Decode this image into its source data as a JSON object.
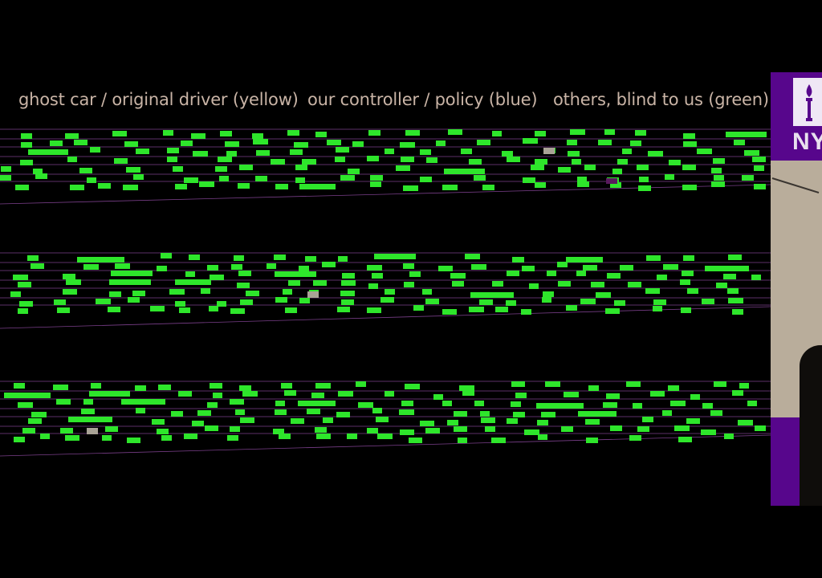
{
  "legend": {
    "ghost": "ghost car / original driver (yellow)",
    "controller": "our controller / policy (blue)",
    "others": "others, blind to us (green)"
  },
  "colors": {
    "background": "#000000",
    "other_car": "#2ee62b",
    "ghost_car": "#a9a396",
    "controller_car": "#5a1a5e",
    "lane_line": "#7a3f8a",
    "legend_text": "#c9b4a6",
    "brand_purple": "#57068c"
  },
  "sidebar": {
    "brand_text": "NY",
    "logo_icon": "nyu-torch-icon",
    "photo": "presenter-video"
  }
}
